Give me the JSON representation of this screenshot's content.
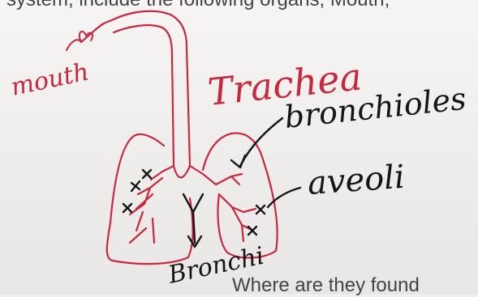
{
  "worksheet": {
    "top_text": "system, include the following organs; Mouth,",
    "bottom_text": "Where are they found"
  },
  "drawing": {
    "labels": {
      "mouth": "mouth",
      "trachea": "Trachea",
      "bronchioles": "bronchioles",
      "alveoli": "aveoli",
      "bronchi": "Bronchi"
    },
    "colors": {
      "red_ink": "#c8283c",
      "black_ink": "#151515",
      "paper": "#f1efee"
    }
  }
}
